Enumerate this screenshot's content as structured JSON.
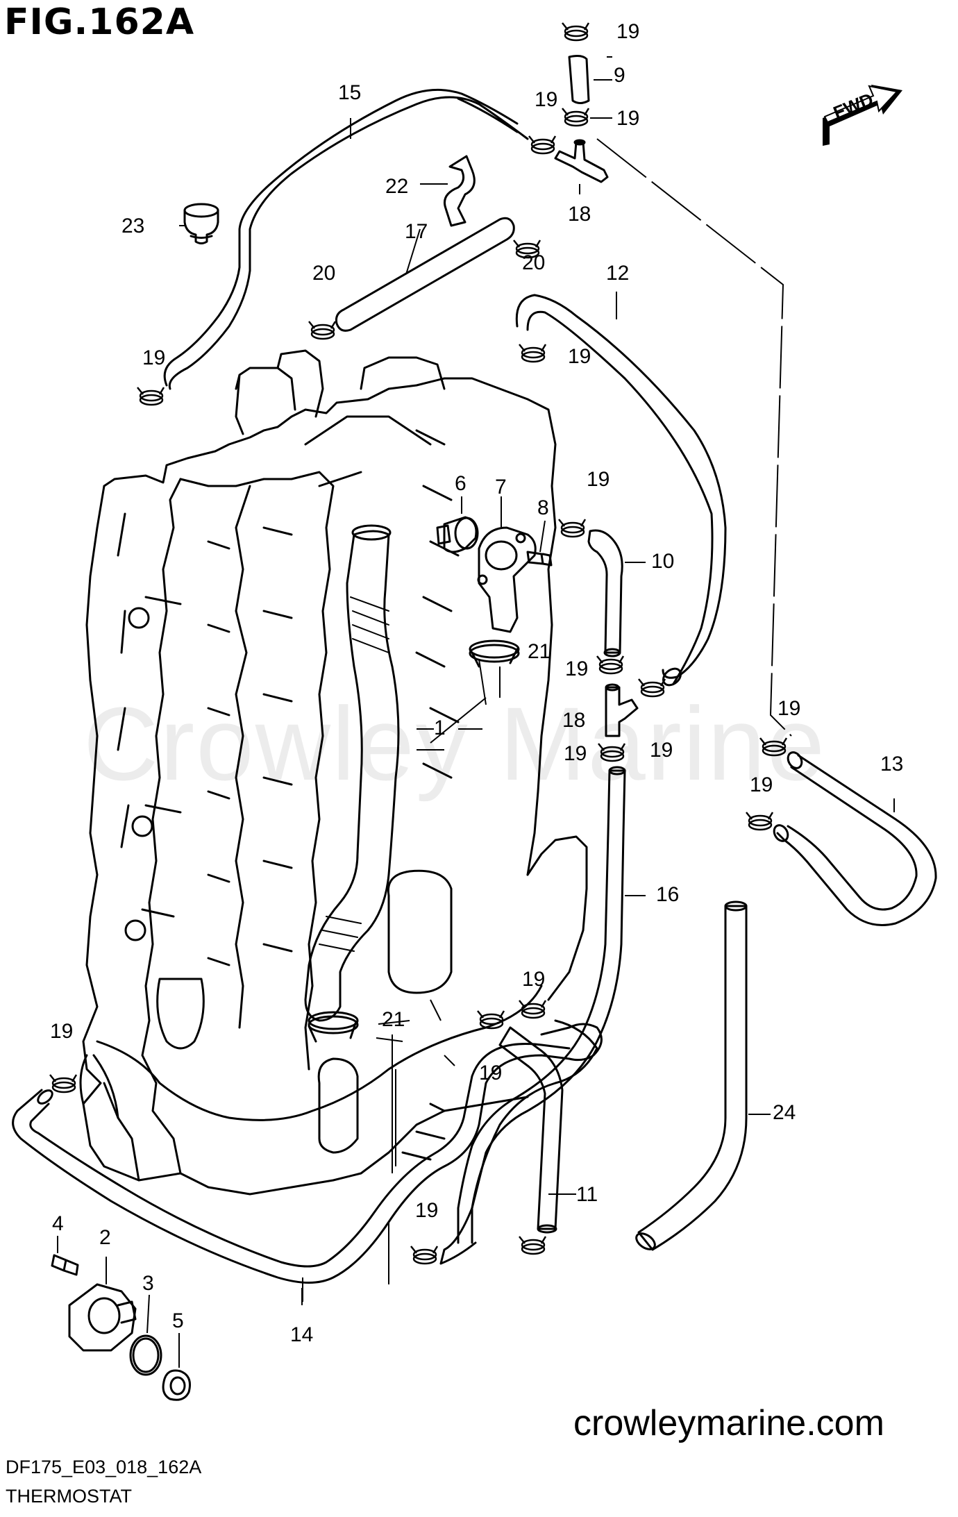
{
  "figure_title": "FIG.162A",
  "watermark": "Crowley Marine",
  "fwd_label": "FWD",
  "website": "crowleymarine.com",
  "diagram_code": "DF175_E03_018_162A",
  "caption": "THERMOSTAT",
  "callouts": [
    "1",
    "2",
    "3",
    "4",
    "5",
    "6",
    "7",
    "8",
    "9",
    "10",
    "11",
    "12",
    "13",
    "14",
    "15",
    "16",
    "17",
    "18",
    "19",
    "20",
    "21",
    "22",
    "23",
    "24"
  ],
  "callout_labels": {
    "c1": "1",
    "c2": "2",
    "c3": "3",
    "c4": "4",
    "c5": "5",
    "c6": "6",
    "c7": "7",
    "c8": "8",
    "c9": "9",
    "c10": "10",
    "c11": "11",
    "c12": "12",
    "c13": "13",
    "c14": "14",
    "c15": "15",
    "c16": "16",
    "c17": "17",
    "c18a": "18",
    "c18b": "18",
    "c19a": "19",
    "c19b": "19",
    "c19c": "19",
    "c19d": "19",
    "c19e": "19",
    "c19f": "19",
    "c19g": "19",
    "c19h": "19",
    "c19i": "19",
    "c19j": "19",
    "c19k": "19",
    "c19l": "19",
    "c19m": "19",
    "c19n": "19",
    "c19o": "19",
    "c20a": "20",
    "c20b": "20",
    "c21a": "21",
    "c21b": "21",
    "c22": "22",
    "c23": "23",
    "c24": "24"
  }
}
